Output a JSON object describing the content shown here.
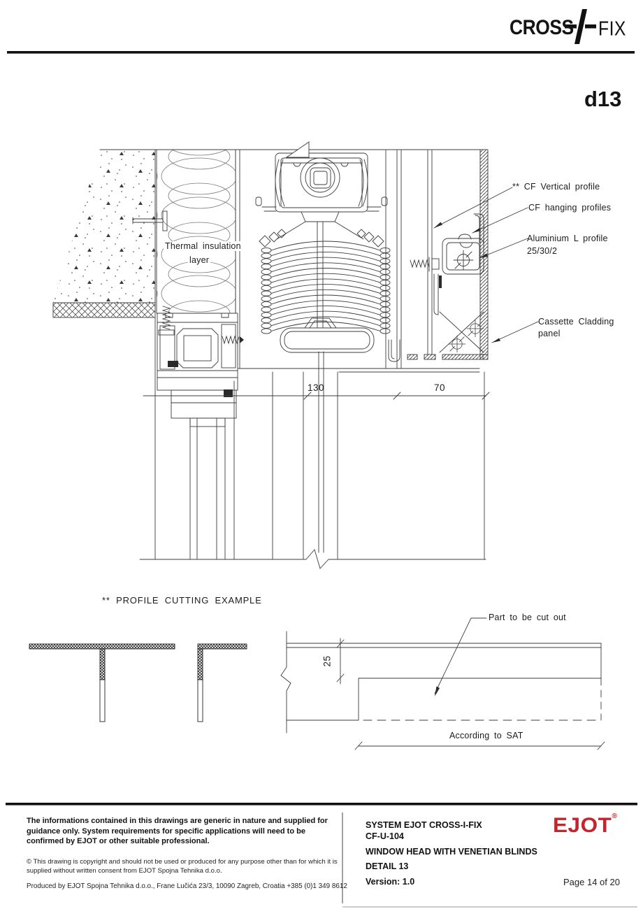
{
  "header": {
    "brand_left": "CROSS",
    "brand_right": "FIX",
    "detail_code": "d13"
  },
  "drawing": {
    "thermal_line1": "Thermal insulation",
    "thermal_line2": "layer",
    "cf_vertical": "** CF Vertical profile",
    "cf_hanging": "CF hanging profiles",
    "alu_l_line1": "Aluminium L profile",
    "alu_l_line2": "25/30/2",
    "cassette_line1": "Cassette Cladding",
    "cassette_line2": "panel",
    "dim_130": "130",
    "dim_70": "70"
  },
  "cutting_example": {
    "title": "** PROFILE CUTTING EXAMPLE"
  },
  "cutout": {
    "part": "Part to be cut out",
    "dim_25": "25",
    "according": "According to SAT"
  },
  "footer": {
    "disclaimer": "The informations contained in this drawings are generic in nature and supplied for guidance only. System requirements for specific applications will need to be confirmed by EJOT or other suitable professional.",
    "copyright": "© This drawing is copyright and should not be used or produced for any purpose other than for which it is supplied without written consent from EJOT Spojna Tehnika d.o.o.",
    "produced_by": "Produced by EJOT Spojna Tehnika d.o.o., Frane Lučića 23/3, 10090 Zagreb, Croatia +385 (0)1 349 8612",
    "system_line1": "SYSTEM EJOT CROSS-I-FIX",
    "system_line2": "CF-U-104",
    "drawing_title": "WINDOW HEAD WITH VENETIAN BLINDS",
    "detail_line": "DETAIL 13",
    "version_line": "Version: 1.0",
    "logo": "EJOT",
    "logo_reg": "®",
    "logo_color": "#c5242c",
    "page": "Page 14 of 20"
  }
}
